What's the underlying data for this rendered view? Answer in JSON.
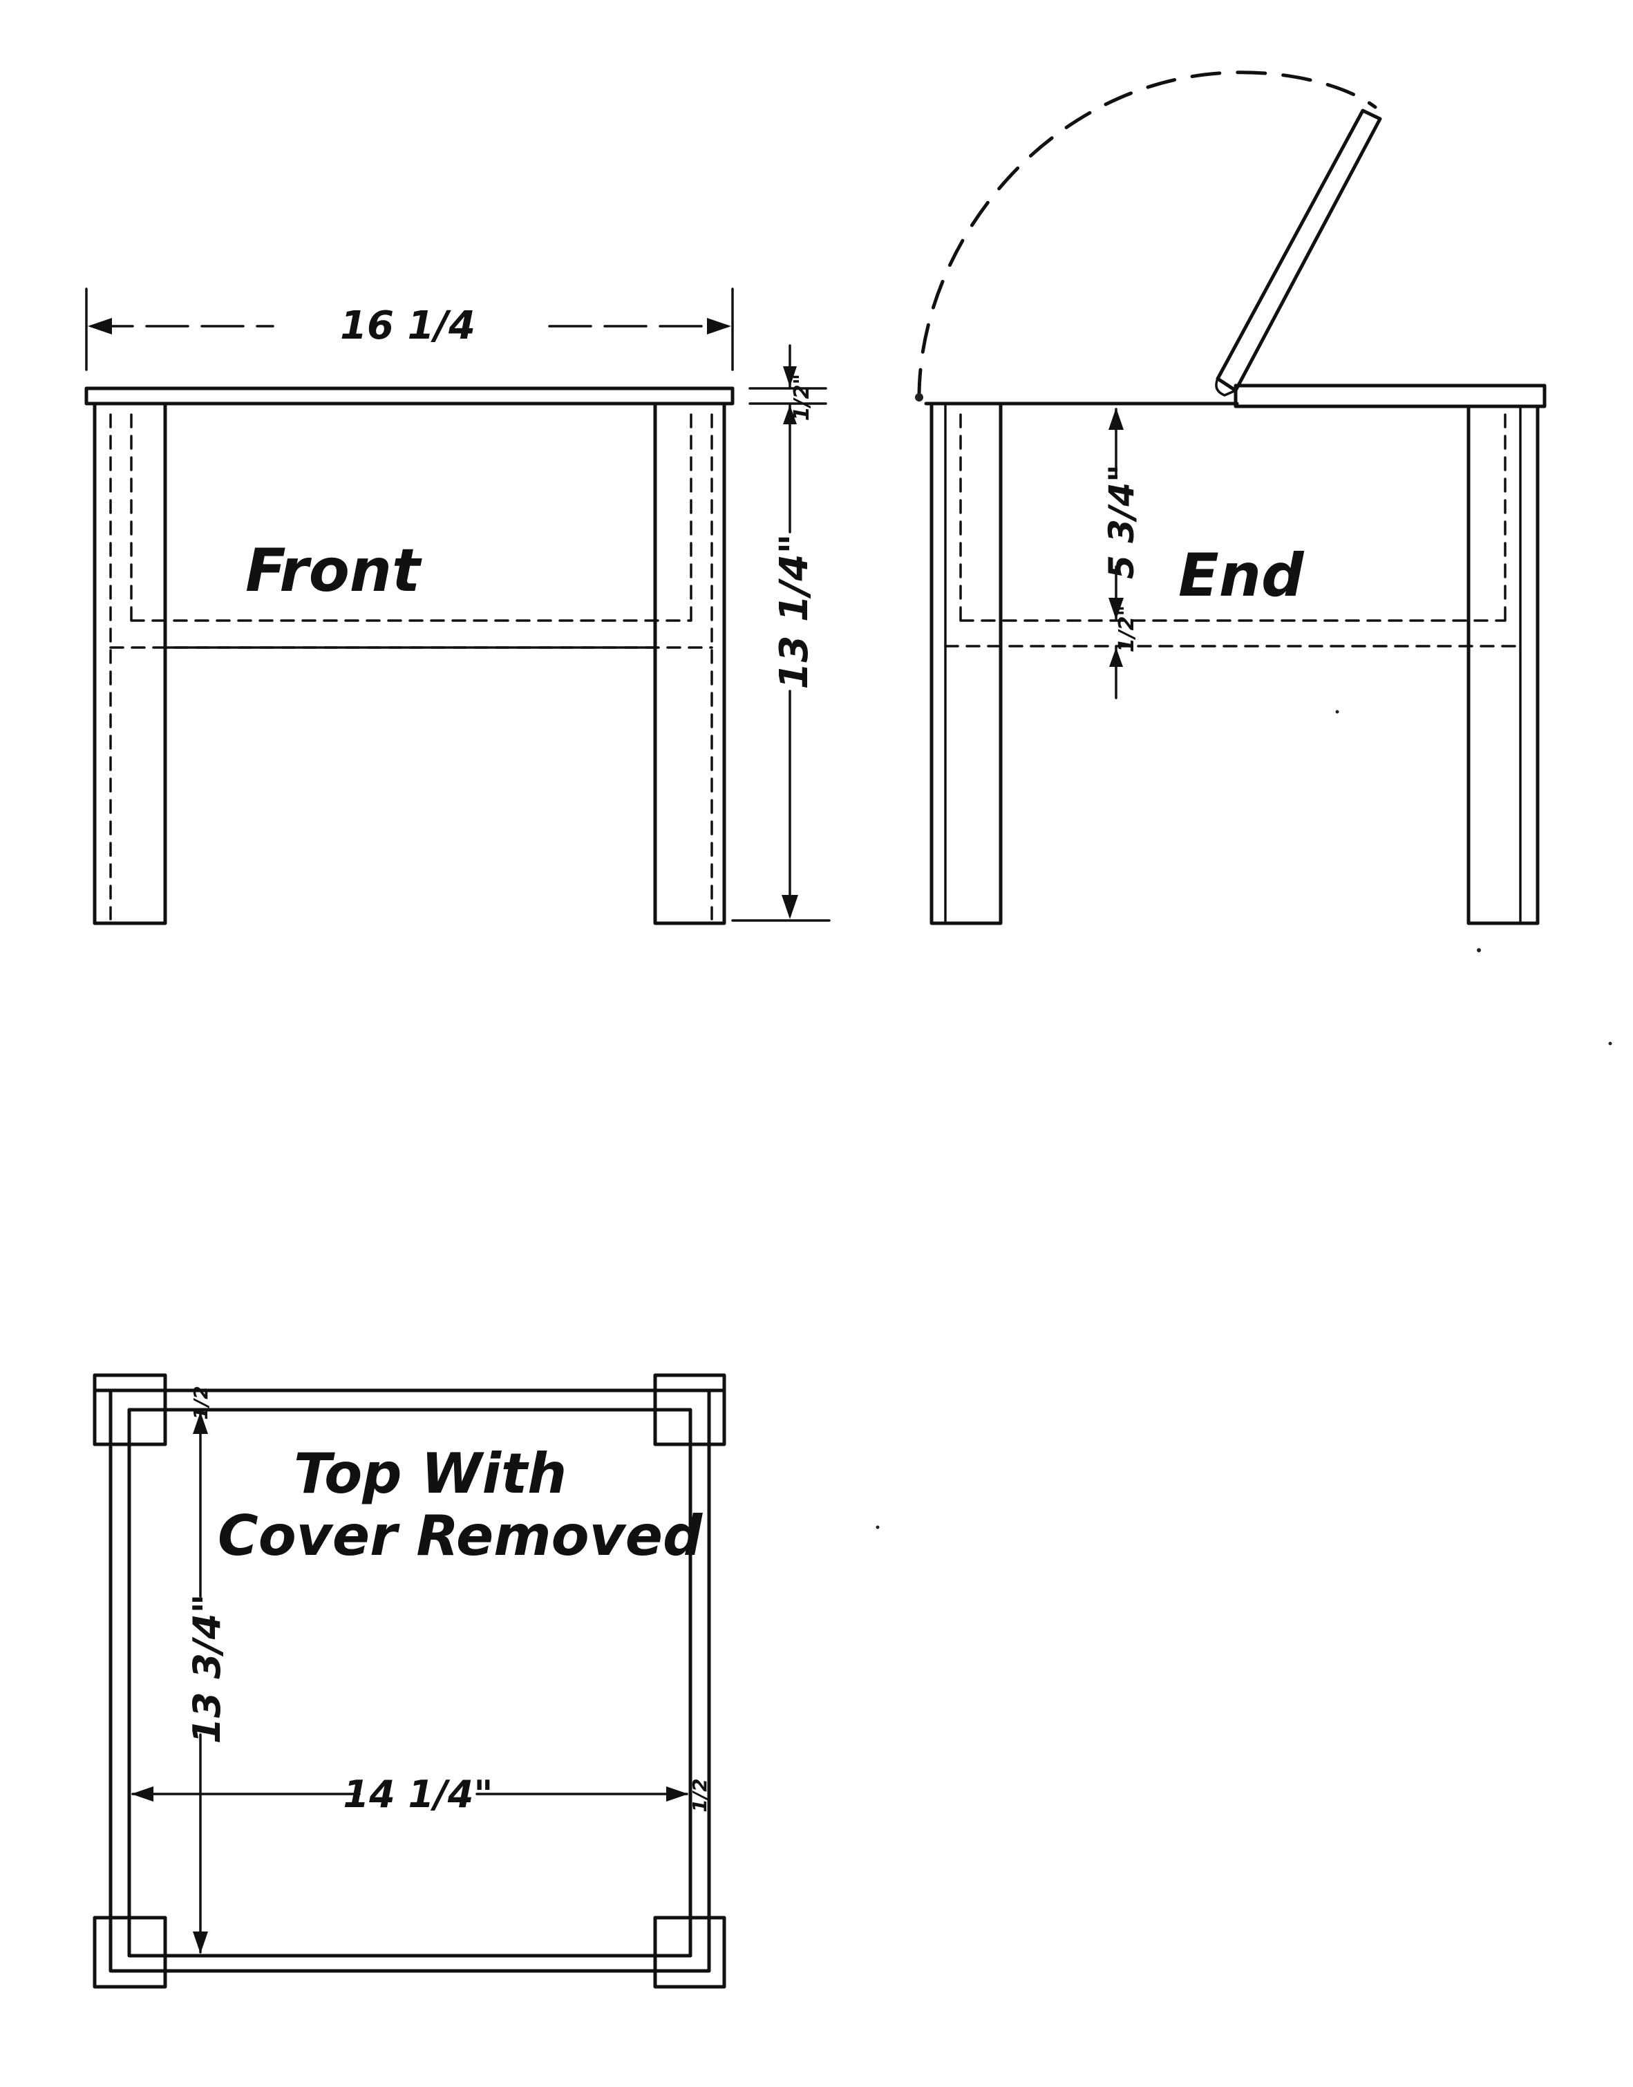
{
  "views": {
    "front": {
      "title": "Front",
      "width_dim": "16 1/4",
      "top_thickness_dim": "1/2\"",
      "height_dim": "13 1/4\""
    },
    "end": {
      "title": "End",
      "depth_dim": "5 3/4\"",
      "bottom_thickness_dim": "1/2\""
    },
    "top": {
      "title_line1": "Top With",
      "title_line2": "Cover Removed",
      "inner_length_dim": "13 3/4\"",
      "inner_width_dim": "14 1/4\"",
      "wall_top_dim": "1/2",
      "wall_side_dim": "1/2"
    }
  }
}
